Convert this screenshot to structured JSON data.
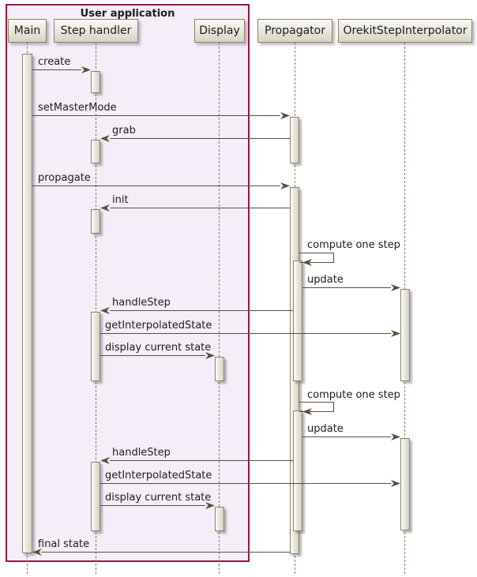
{
  "frame": {
    "title": "User application"
  },
  "participants": [
    {
      "name": "Main",
      "in_frame": true
    },
    {
      "name": "Step handler",
      "in_frame": true
    },
    {
      "name": "Display",
      "in_frame": true
    },
    {
      "name": "Propagator",
      "in_frame": false
    },
    {
      "name": "OrekitStepInterpolator",
      "in_frame": false
    }
  ],
  "messages": [
    {
      "label": "create",
      "from": "Main",
      "to": "Step handler"
    },
    {
      "label": "setMasterMode",
      "from": "Main",
      "to": "Propagator"
    },
    {
      "label": "grab",
      "from": "Propagator",
      "to": "Step handler"
    },
    {
      "label": "propagate",
      "from": "Main",
      "to": "Propagator"
    },
    {
      "label": "init",
      "from": "Propagator",
      "to": "Step handler"
    },
    {
      "label": "compute one step",
      "from": "Propagator",
      "to": "Propagator",
      "self": true
    },
    {
      "label": "update",
      "from": "Propagator",
      "to": "OrekitStepInterpolator"
    },
    {
      "label": "handleStep",
      "from": "Propagator",
      "to": "Step handler"
    },
    {
      "label": "getInterpolatedState",
      "from": "Step handler",
      "to": "OrekitStepInterpolator"
    },
    {
      "label": "display current state",
      "from": "Step handler",
      "to": "Display"
    },
    {
      "label": "compute one step",
      "from": "Propagator",
      "to": "Propagator",
      "self": true
    },
    {
      "label": "update",
      "from": "Propagator",
      "to": "OrekitStepInterpolator"
    },
    {
      "label": "handleStep",
      "from": "Propagator",
      "to": "Step handler"
    },
    {
      "label": "getInterpolatedState",
      "from": "Step handler",
      "to": "OrekitStepInterpolator"
    },
    {
      "label": "display current state",
      "from": "Step handler",
      "to": "Display"
    },
    {
      "label": "final state",
      "from": "Propagator",
      "to": "Main"
    }
  ],
  "colors": {
    "frame_border": "#9c1444",
    "frame_fill": "#f4eef8",
    "box_border": "#8a8270",
    "box_fill_top": "#fbfaf4",
    "box_fill_bottom": "#d8d4c5",
    "act_border": "#87806e",
    "act_fill_top": "#fdfdfa",
    "act_fill_bottom": "#d5d1c2",
    "arrow": "#5d4b3b",
    "lifeline": "#8b7a68",
    "text": "#1b1b1b"
  }
}
